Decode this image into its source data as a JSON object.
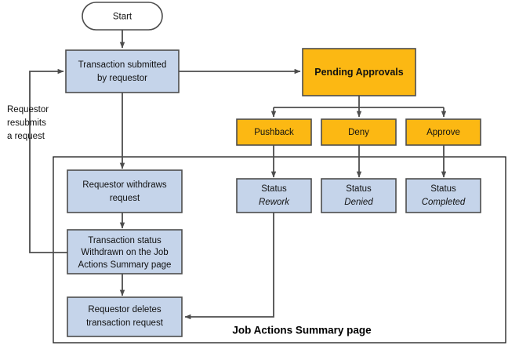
{
  "diagram": {
    "title_caption": "Job Actions  Summary page",
    "side_label": {
      "line1": "Requestor",
      "line2": "resubmits",
      "line3": "a request"
    },
    "colors": {
      "blue_fill": "#c5d4ea",
      "orange_fill": "#fcb813",
      "node_stroke": "#4d4d4d",
      "container_stroke": "#1a1a1a",
      "text": "#111111",
      "white_fill": "#ffffff"
    },
    "nodes": {
      "start": {
        "label": "Start",
        "shape": "terminator",
        "fill": "white"
      },
      "transaction_submitted": {
        "line1": "Transaction submitted",
        "line2": "by requestor",
        "shape": "process",
        "fill": "blue"
      },
      "pending_approvals": {
        "label": "Pending Approvals",
        "shape": "process",
        "fill": "orange"
      },
      "pushback": {
        "label": "Pushback",
        "shape": "process",
        "fill": "orange"
      },
      "deny": {
        "label": "Deny",
        "shape": "process",
        "fill": "orange"
      },
      "approve": {
        "label": "Approve",
        "shape": "process",
        "fill": "orange"
      },
      "status_rework": {
        "line1": "Status",
        "line2": "Rework",
        "shape": "process",
        "fill": "blue"
      },
      "status_denied": {
        "line1": "Status",
        "line2": "Denied",
        "shape": "process",
        "fill": "blue"
      },
      "status_completed": {
        "line1": "Status",
        "line2": "Completed",
        "shape": "process",
        "fill": "blue"
      },
      "requestor_withdraws": {
        "line1": "Requestor withdraws",
        "line2": "request",
        "shape": "process",
        "fill": "blue"
      },
      "transaction_status_withdrawn": {
        "line1": "Transaction status",
        "line2_italic": "Withdrawn",
        "line2_rest": " on the Job",
        "line3": "Actions Summary page",
        "shape": "process",
        "fill": "blue"
      },
      "requestor_deletes": {
        "line1": "Requestor deletes",
        "line2": "transaction request",
        "shape": "process",
        "fill": "blue"
      }
    }
  }
}
